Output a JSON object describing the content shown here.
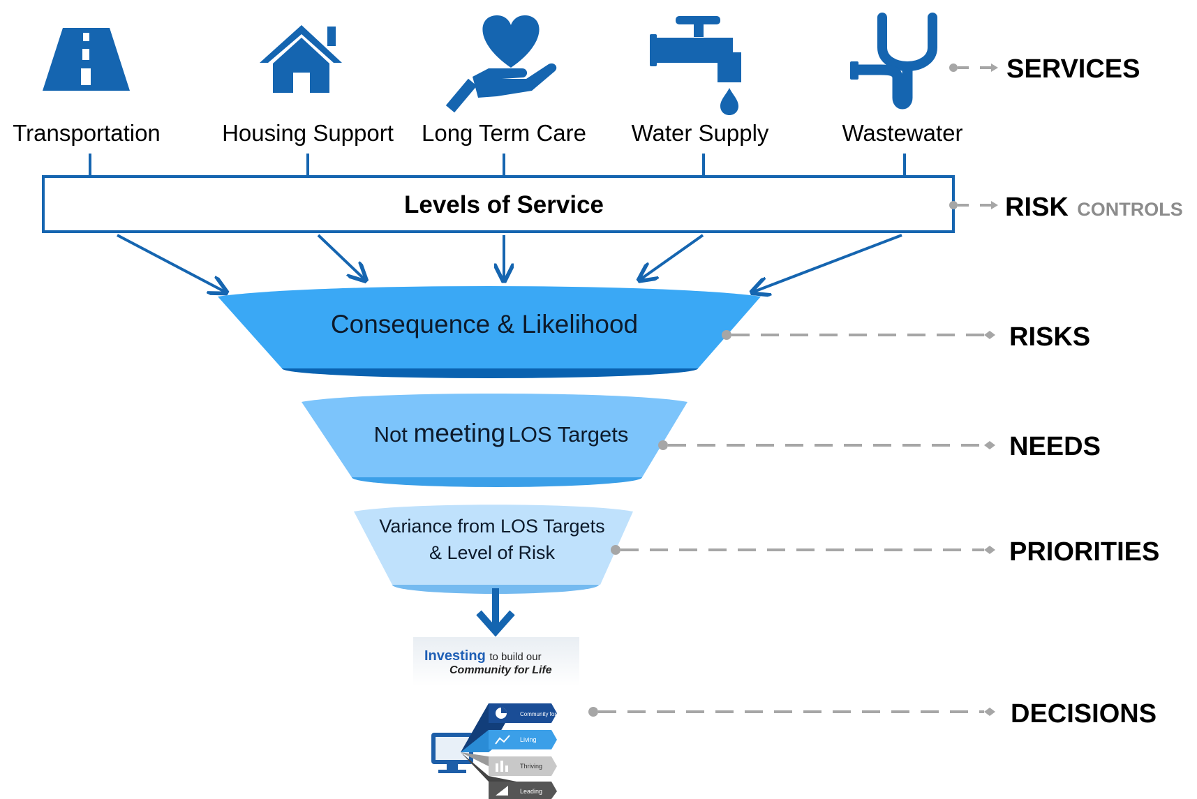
{
  "colors": {
    "primary_blue": "#1565b0",
    "funnel_1": "#3aa8f5",
    "funnel_1_dark": "#0a62b0",
    "funnel_2": "#7cc4fb",
    "funnel_2_dark": "#3b9fe8",
    "funnel_3": "#bfe1fc",
    "funnel_3_dark": "#74baf0",
    "connector_gray": "#a6a6a6",
    "label_black": "#000000",
    "controls_gray": "#8c8c8c"
  },
  "services": [
    {
      "label": "Transportation",
      "icon": "road-icon"
    },
    {
      "label": "Housing Support",
      "icon": "house-icon"
    },
    {
      "label": "Long Term Care",
      "icon": "heart-hand-icon"
    },
    {
      "label": "Water Supply",
      "icon": "water-tap-icon"
    },
    {
      "label": "Wastewater",
      "icon": "drain-pipe-icon"
    }
  ],
  "levels_box": {
    "label": "Levels of Service"
  },
  "funnel": {
    "stage1": "Consequence & Likelihood",
    "stage2_prefix": "Not ",
    "stage2_emph": "meeting",
    "stage2_suffix": " LOS Targets",
    "stage3_line1": "Variance from LOS Targets",
    "stage3_line2": "& Level of Risk"
  },
  "right_labels": {
    "services": "SERVICES",
    "risk": "RISK",
    "controls": "CONTROLS",
    "risks": "RISKS",
    "needs": "NEEDS",
    "priorities": "PRIORITIES",
    "decisions": "DECISIONS"
  },
  "logo": {
    "investing": "Investing",
    "rest": " to build our",
    "line2": "Community for Life"
  },
  "decisions_graphic": {
    "items": [
      "Community for Life",
      "Living",
      "Thriving",
      "Leading"
    ]
  }
}
